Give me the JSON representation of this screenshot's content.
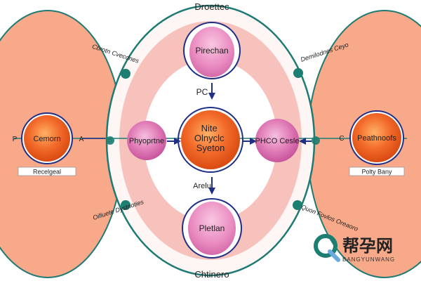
{
  "diagram": {
    "top_label": "Droettec",
    "bottom_label": "Chtinero",
    "top_cell_label": "Pirechan",
    "bottom_cell_label": "Pletlan",
    "center_label_lines": [
      "Nite",
      "Olnyclc",
      "Syeton"
    ],
    "left_mid_cell_label": "Phyoprtne",
    "right_mid_cell_label": "PHCO Cesle",
    "left_cell_label": "Cemorn",
    "left_cell_caption": "Recelgeal",
    "right_cell_label": "Peathnoofs",
    "right_cell_caption": "Polty Bany",
    "arrow_label_top": "PC",
    "arrow_label_bottom": "Arelu",
    "connector_left_outer": "P",
    "connector_left_mid": "A",
    "connector_left_ring": "P",
    "connector_right_ring": "C",
    "connector_right_outer": "C",
    "annot_top_left": "Cbrotn Cvecdnes",
    "annot_top_right": "Demilodnes Ceyo",
    "annot_bottom_left": "Oifiuete Dystnoties",
    "annot_bottom_right": "Quon Fovlos Oreaoro",
    "colors": {
      "outer_cell": "#f7a98a",
      "ring_outline": "#1f7a74",
      "pink_band": "#f6b8b1",
      "orange_core": "#ee5e22",
      "magenta_cell": "#e07ab6",
      "navy": "#1f2f85",
      "teal_marker": "#1c7f72"
    }
  },
  "watermark": {
    "brand_cn": "帮孕网",
    "brand_en": "BANGYUNWANG"
  }
}
